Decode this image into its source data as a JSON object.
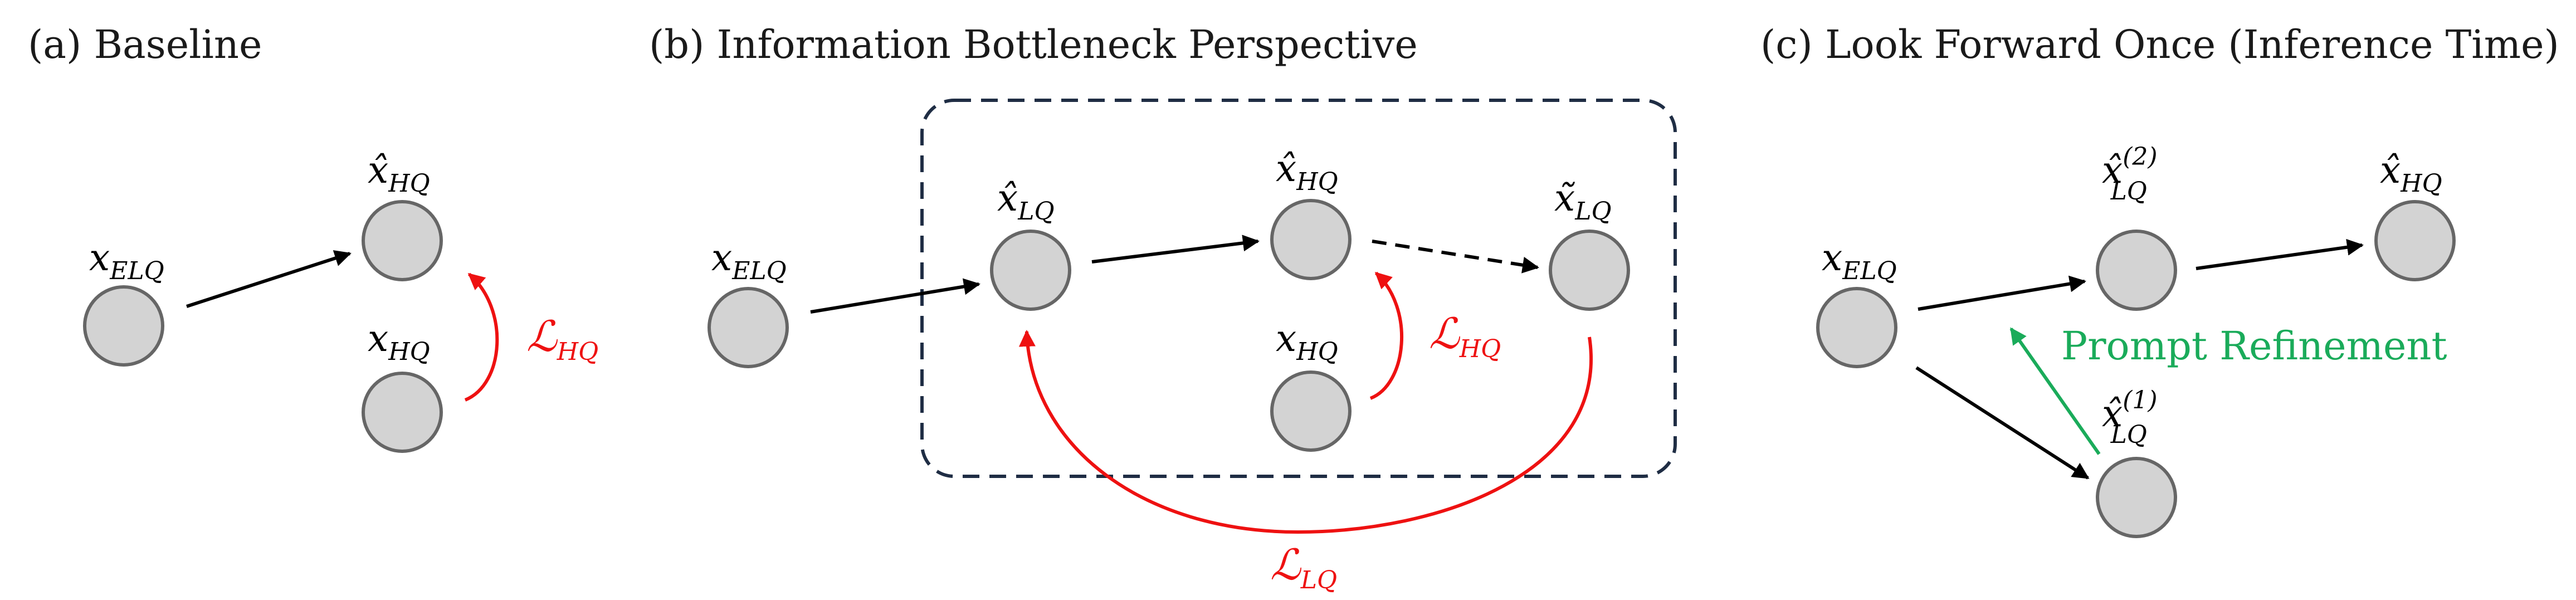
{
  "panels": {
    "a": {
      "title": "(a) Baseline"
    },
    "b": {
      "title": "(b) Information Bottleneck Perspective"
    },
    "c": {
      "title": "(c) Look Forward Once (Inference Time)"
    }
  },
  "symbols": {
    "x": "x",
    "x_hat": "x̂",
    "x_tilde": "x̃",
    "script_l": "ℒ",
    "sub_elq": "ELQ",
    "sub_hq": "HQ",
    "sub_lq": "LQ",
    "sup_1": "(1)",
    "sup_2": "(2)"
  },
  "annotations": {
    "prompt_refinement": "Prompt Refinement"
  },
  "colors": {
    "node_fill": "#d3d3d3",
    "node_stroke": "#666666",
    "loss": "#ee1111",
    "refinement": "#1aab5a",
    "box": "#1f2d44",
    "arrow": "#000000"
  }
}
